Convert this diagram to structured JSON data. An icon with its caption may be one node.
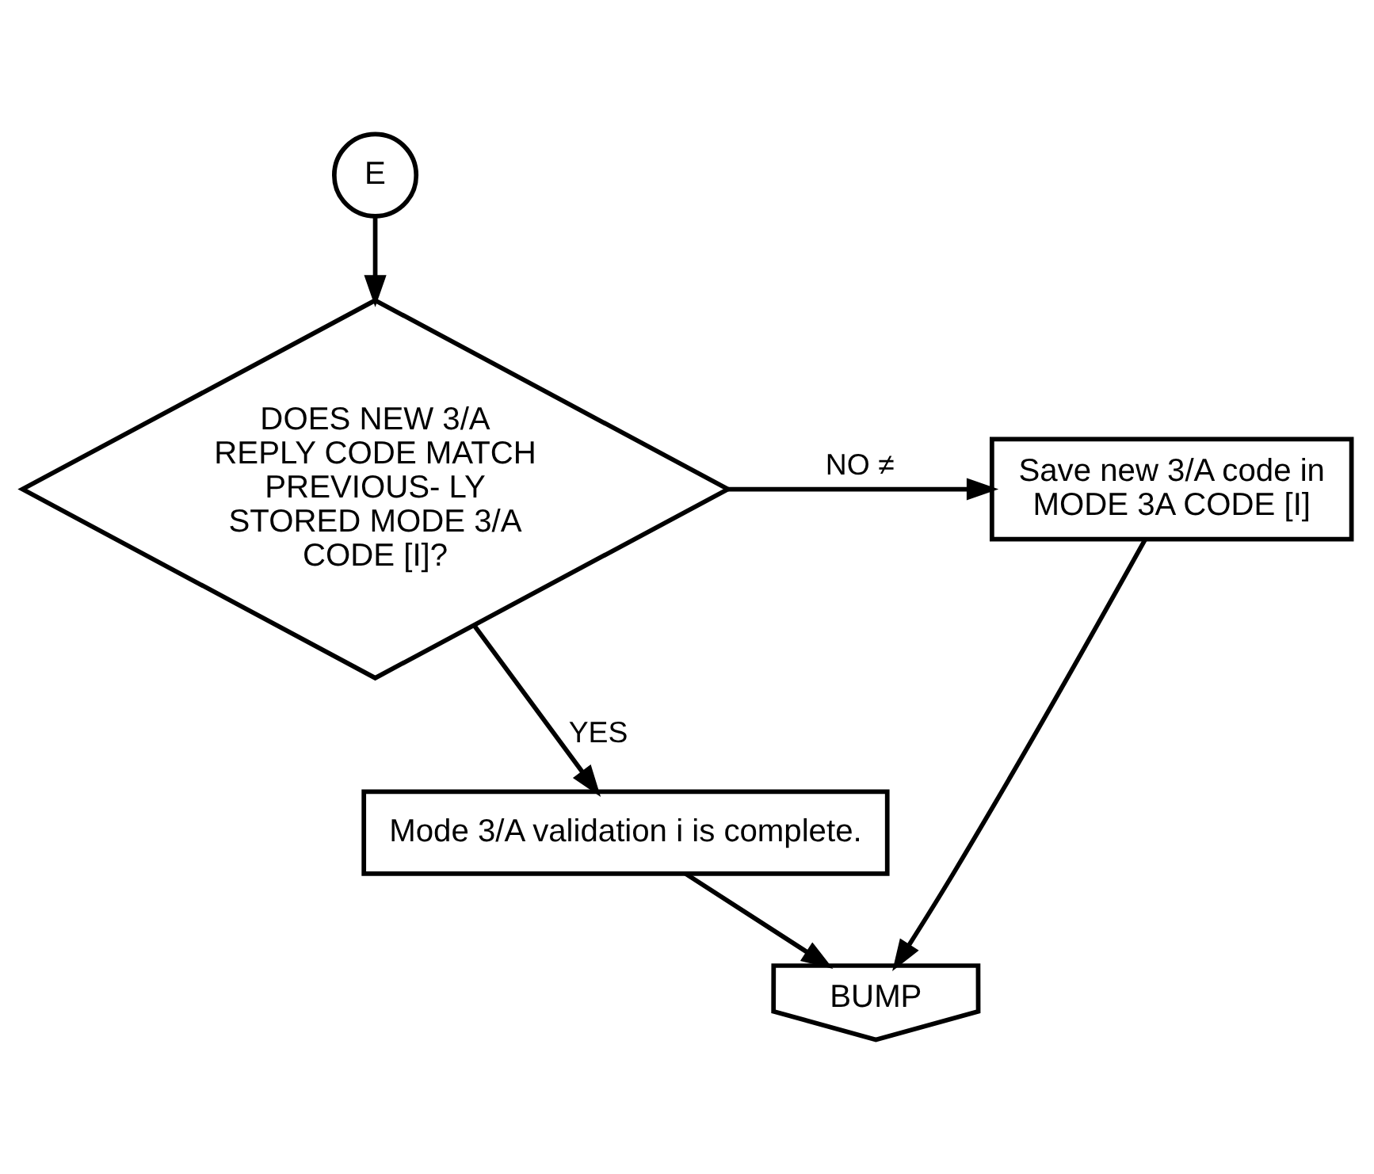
{
  "diagram": {
    "nodes": [
      {
        "text": [
          "E"
        ]
      },
      {
        "text": [
          "DOES NEW 3/A REPLY CODE MATCH PREVIOUS- LY STORED MODE 3/A CODE [I]?"
        ]
      },
      {
        "text": [
          "Save new 3/A code in MODE 3A CODE [I]"
        ]
      },
      {
        "text": [
          "Mode 3/A validation i is complete."
        ]
      },
      {
        "text": [
          "BUMP"
        ]
      }
    ],
    "edges": [
      {
        "from": 0,
        "to": 1,
        "arrow": "to"
      },
      {
        "from": 1,
        "to": 2,
        "arrow": "to",
        "label": "NO ≠"
      },
      {
        "from": 1,
        "to": 3,
        "arrow": "to",
        "label": "YES"
      },
      {
        "from": 3,
        "to": 4,
        "arrow": "to"
      },
      {
        "from": 2,
        "to": 4,
        "arrow": "to"
      }
    ]
  }
}
